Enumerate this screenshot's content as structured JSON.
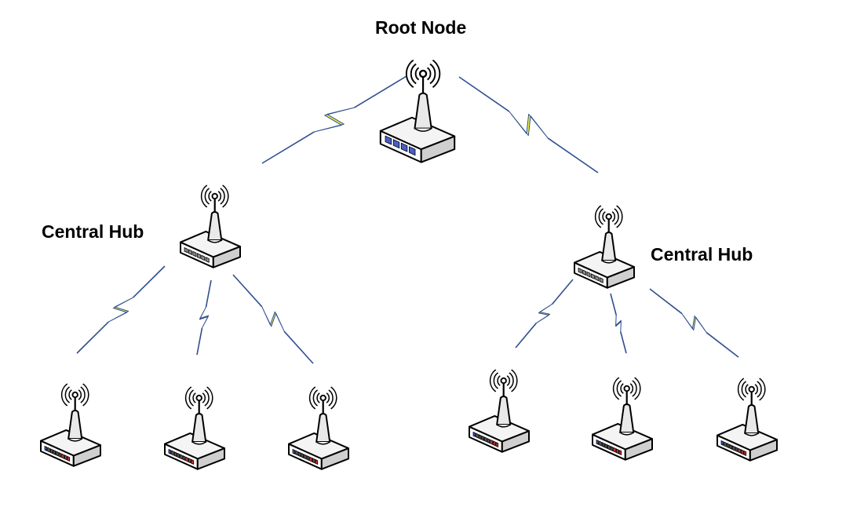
{
  "labels": {
    "root": "Root Node",
    "left_hub": "Central Hub",
    "right_hub": "Central Hub"
  },
  "colors": {
    "link_line": "#2f4f8f",
    "lightning_fill": "#f2f23a",
    "device_top": "#f4f4f4",
    "device_front": "#ffffff",
    "device_side": "#cfcfcf",
    "device_outline": "#000000",
    "root_ports": "#4a5fc6",
    "hub_ports": "#8a8a8a",
    "node_port_blue": "#3a55d0",
    "node_port_red": "#cc3333"
  },
  "icons": {
    "root": "wireless-router-icon",
    "hub": "wireless-hub-icon",
    "node": "wireless-access-point-icon",
    "signal": "wifi-signal-icon",
    "link": "lightning-bolt-icon"
  }
}
